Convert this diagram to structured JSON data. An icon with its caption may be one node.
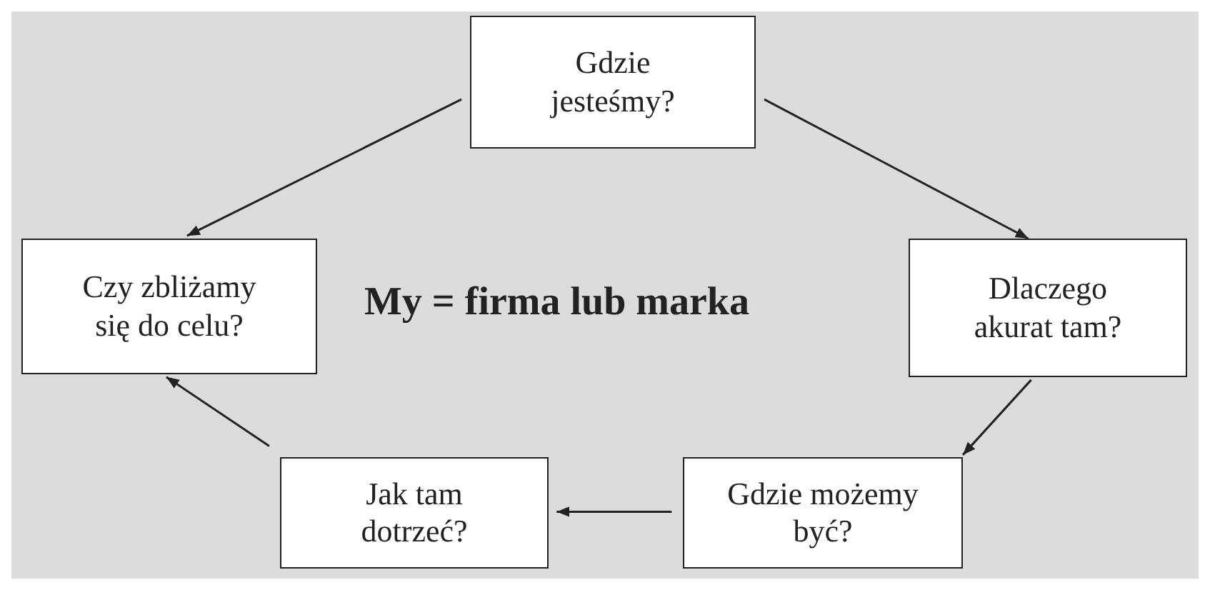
{
  "diagram": {
    "nodes": [
      {
        "text": [
          "Gdzie jesteśmy?"
        ]
      },
      {
        "text": [
          "Dlaczego akurat tam?"
        ]
      },
      {
        "text": [
          "Gdzie możemy być?"
        ]
      },
      {
        "text": [
          "Jak tam dotrzeć?"
        ]
      },
      {
        "text": [
          "Czy zbliżamy się do celu?"
        ]
      }
    ],
    "edges": [
      {
        "from": 0,
        "to": 1,
        "arrow": "to"
      },
      {
        "from": 1,
        "to": 2,
        "arrow": "to"
      },
      {
        "from": 2,
        "to": 3,
        "arrow": "to"
      },
      {
        "from": 3,
        "to": 4,
        "arrow": "to"
      },
      {
        "from": 0,
        "to": 4,
        "arrow": "to"
      }
    ],
    "labels": [
      "My = firma lub marka"
    ]
  }
}
